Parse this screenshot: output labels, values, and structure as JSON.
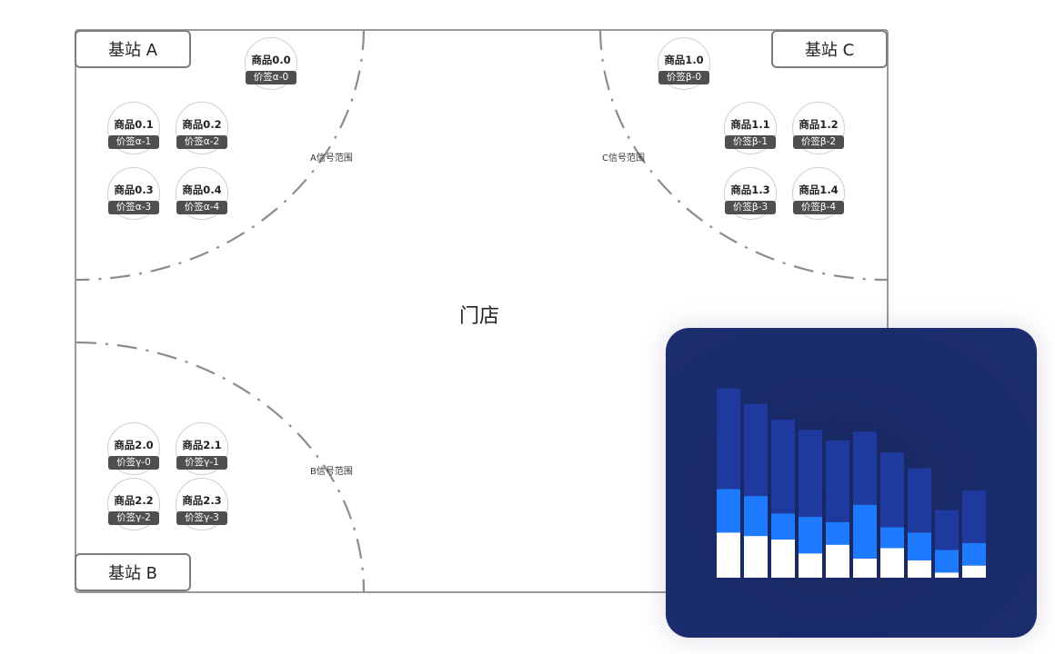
{
  "stations": [
    {
      "label": "基站 A"
    },
    {
      "label": "基站 C"
    },
    {
      "label": "基站 B"
    }
  ],
  "ranges": {
    "a": "A信号范围",
    "c": "C信号范围",
    "b": "B信号范围"
  },
  "store_label": "门店",
  "items": [
    {
      "name": "商品0.0",
      "tag": "价签α-0"
    },
    {
      "name": "商品0.1",
      "tag": "价签α-1"
    },
    {
      "name": "商品0.2",
      "tag": "价签α-2"
    },
    {
      "name": "商品0.3",
      "tag": "价签α-3"
    },
    {
      "name": "商品0.4",
      "tag": "价签α-4"
    },
    {
      "name": "商品1.0",
      "tag": "价签β-0"
    },
    {
      "name": "商品1.1",
      "tag": "价签β-1"
    },
    {
      "name": "商品1.2",
      "tag": "价签β-2"
    },
    {
      "name": "商品1.3",
      "tag": "价签β-3"
    },
    {
      "name": "商品1.4",
      "tag": "价签β-4"
    },
    {
      "name": "商品2.0",
      "tag": "价签γ-0"
    },
    {
      "name": "商品2.1",
      "tag": "价签γ-1"
    },
    {
      "name": "商品2.2",
      "tag": "价签γ-2"
    },
    {
      "name": "商品2.3",
      "tag": "价签γ-3"
    }
  ],
  "colors": {
    "card_bg": "#1b2b69",
    "series_top": "#1f3a9e",
    "series_mid": "#1e7bff",
    "series_bottom": "#ffffff"
  },
  "chart_data": {
    "type": "bar",
    "stacked": true,
    "categories": [
      "",
      "",
      "",
      "",
      "",
      "",
      "",
      "",
      "",
      ""
    ],
    "series": [
      {
        "values": [
          52,
          48,
          44,
          28,
          38,
          22,
          34,
          20,
          6,
          14
        ]
      },
      {
        "values": [
          50,
          46,
          30,
          42,
          26,
          62,
          24,
          32,
          26,
          26
        ]
      },
      {
        "values": [
          116,
          106,
          108,
          100,
          94,
          84,
          86,
          74,
          46,
          60
        ]
      }
    ],
    "ylim": [
      0,
      230
    ],
    "grid": false,
    "xlabel": "",
    "ylabel": ""
  }
}
